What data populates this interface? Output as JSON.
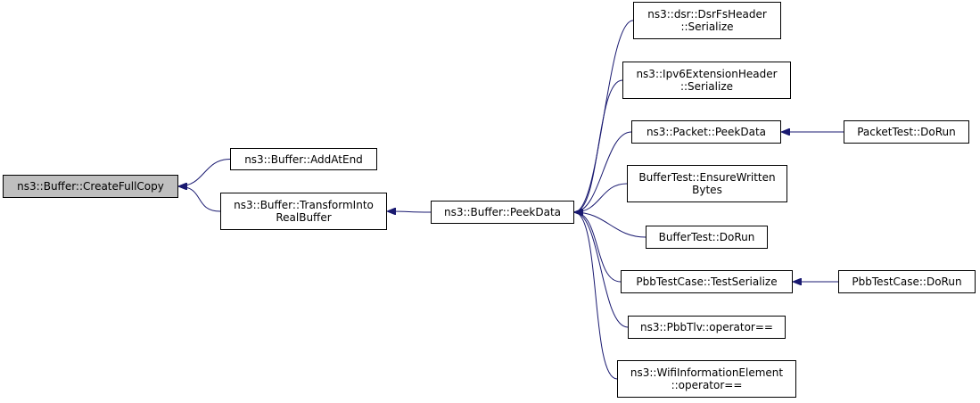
{
  "diagram": {
    "edge_color": "#191970",
    "root_fill": "#bfbfbf",
    "nodes": {
      "create_full_copy": "ns3::Buffer::CreateFullCopy",
      "add_at_end": "ns3::Buffer::AddAtEnd",
      "transform_into_real_buffer": "ns3::Buffer::TransformInto\nRealBuffer",
      "peek_data": "ns3::Buffer::PeekData",
      "dsr_fs_header_serialize": "ns3::dsr::DsrFsHeader\n::Serialize",
      "ipv6_extension_header_serialize": "ns3::Ipv6ExtensionHeader\n::Serialize",
      "packet_peek_data": "ns3::Packet::PeekData",
      "packet_test_do_run": "PacketTest::DoRun",
      "buffer_test_ensure_written_bytes": "BufferTest::EnsureWritten\nBytes",
      "buffer_test_do_run": "BufferTest::DoRun",
      "pbb_test_case_test_serialize": "PbbTestCase::TestSerialize",
      "pbb_test_case_do_run": "PbbTestCase::DoRun",
      "pbb_tlv_operator_eq": "ns3::PbbTlv::operator==",
      "wifi_information_element_operator_eq": "ns3::WifiInformationElement\n::operator=="
    },
    "edges": [
      [
        "add_at_end",
        "create_full_copy"
      ],
      [
        "transform_into_real_buffer",
        "create_full_copy"
      ],
      [
        "peek_data",
        "transform_into_real_buffer"
      ],
      [
        "dsr_fs_header_serialize",
        "peek_data"
      ],
      [
        "ipv6_extension_header_serialize",
        "peek_data"
      ],
      [
        "packet_peek_data",
        "peek_data"
      ],
      [
        "buffer_test_ensure_written_bytes",
        "peek_data"
      ],
      [
        "buffer_test_do_run",
        "peek_data"
      ],
      [
        "pbb_test_case_test_serialize",
        "peek_data"
      ],
      [
        "pbb_tlv_operator_eq",
        "peek_data"
      ],
      [
        "wifi_information_element_operator_eq",
        "peek_data"
      ],
      [
        "packet_test_do_run",
        "packet_peek_data"
      ],
      [
        "pbb_test_case_do_run",
        "pbb_test_case_test_serialize"
      ]
    ]
  }
}
